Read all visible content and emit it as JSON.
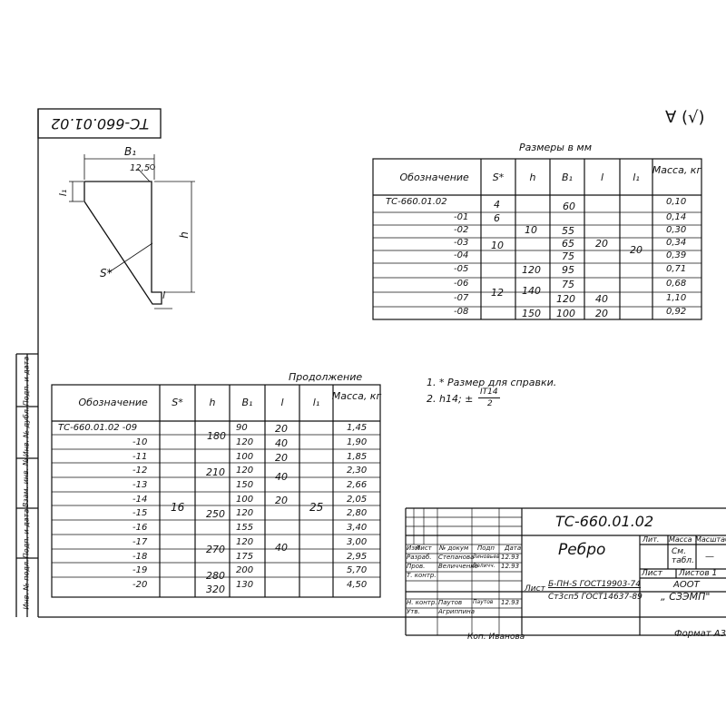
{
  "doc_code": "TC-660.01.02",
  "doc_code_rotated": "TC-660.01.02",
  "roughness_mark": "∀ (√)",
  "sketch": {
    "b1_label": "B₁",
    "radius_label": "12,5",
    "l1_label": "l₁",
    "h_label": "h",
    "s_label": "S*",
    "l_label": "l"
  },
  "table1": {
    "caption": "Размеры в мм",
    "headers": [
      "Обозначение",
      "S*",
      "h",
      "B₁",
      "l",
      "l₁",
      "Масса, кг"
    ],
    "rows": [
      {
        "code": "TC-660.01.02",
        "s": "4",
        "h": "",
        "b1": "60",
        "l": "",
        "l1": "",
        "mass": "0,10"
      },
      {
        "code": "-01",
        "s": "6",
        "h": "",
        "b1": "",
        "l": "",
        "l1": "",
        "mass": "0,14"
      },
      {
        "code": "-02",
        "s": "",
        "h": "10",
        "b1": "55",
        "l": "",
        "l1": "",
        "mass": "0,30"
      },
      {
        "code": "-03",
        "s": "10",
        "h": "",
        "b1": "65",
        "l": "20",
        "l1": "20",
        "mass": "0,34"
      },
      {
        "code": "-04",
        "s": "",
        "h": "",
        "b1": "75",
        "l": "",
        "l1": "",
        "mass": "0,39"
      },
      {
        "code": "-05",
        "s": "",
        "h": "120",
        "b1": "95",
        "l": "",
        "l1": "",
        "mass": "0,71"
      },
      {
        "code": "-06",
        "s": "12",
        "h": "140",
        "b1": "75",
        "l": "",
        "l1": "",
        "mass": "0,68"
      },
      {
        "code": "-07",
        "s": "",
        "h": "",
        "b1": "120",
        "l": "40",
        "l1": "",
        "mass": "1,10"
      },
      {
        "code": "-08",
        "s": "",
        "h": "150",
        "b1": "100",
        "l": "20",
        "l1": "",
        "mass": "0,92"
      }
    ]
  },
  "table2": {
    "caption": "Продолжение",
    "headers": [
      "Обозначение",
      "S*",
      "h",
      "B₁",
      "l",
      "l₁",
      "Масса, кг"
    ],
    "rows": [
      {
        "code": "TC-660.01.02 -09",
        "h": "180",
        "b1": "90",
        "l": "20",
        "mass": "1,45"
      },
      {
        "code": "-10",
        "h": "",
        "b1": "120",
        "l": "40",
        "mass": "1,90"
      },
      {
        "code": "-11",
        "h": "",
        "b1": "100",
        "l": "20",
        "mass": "1,85"
      },
      {
        "code": "-12",
        "h": "210",
        "b1": "120",
        "l": "40",
        "mass": "2,30"
      },
      {
        "code": "-13",
        "h": "",
        "b1": "150",
        "l": "",
        "mass": "2,66"
      },
      {
        "code": "-14",
        "h": "",
        "b1": "100",
        "l": "20",
        "mass": "2,05"
      },
      {
        "code": "-15",
        "h": "250",
        "b1": "120",
        "l": "",
        "mass": "2,80"
      },
      {
        "code": "-16",
        "h": "",
        "b1": "155",
        "l": "",
        "mass": "3,40"
      },
      {
        "code": "-17",
        "h": "270",
        "b1": "120",
        "l": "40",
        "mass": "3,00"
      },
      {
        "code": "-18",
        "h": "",
        "b1": "175",
        "l": "",
        "mass": "2,95"
      },
      {
        "code": "-19",
        "h": "280",
        "b1": "200",
        "l": "",
        "mass": "5,70"
      },
      {
        "code": "-20",
        "h": "320",
        "b1": "130",
        "l": "",
        "mass": "4,50"
      }
    ],
    "merged_s": "16",
    "merged_l1": "25"
  },
  "notes": {
    "note1": "1. * Размер для справки.",
    "note2_prefix": "2. h14; ±",
    "note2_num": "IT14",
    "note2_den": "2"
  },
  "left_strip": [
    "Инв. № подл.",
    "Подп. и дата",
    "Взам. инв. №",
    "Инв. № дубл.",
    "Подп. и дата"
  ],
  "title_block": {
    "code": "TC-660.01.02",
    "name": "Ребро",
    "col_headers": [
      "Изм",
      "Лист",
      "№ докум",
      "Подп",
      "Дата"
    ],
    "roles": [
      {
        "role": "Разраб.",
        "name": "Степанова",
        "sign": "Зиновьев",
        "date": "12.93"
      },
      {
        "role": "Пров.",
        "name": "Величченко",
        "sign": "Величч.",
        "date": "12.93"
      },
      {
        "role": "Т. контр.",
        "name": "",
        "sign": "",
        "date": ""
      },
      {
        "role": "Н. контр.",
        "name": "Паутов",
        "sign": "Паутов",
        "date": "12.93"
      },
      {
        "role": "Утв.",
        "name": "Агриппина",
        "sign": "",
        "date": ""
      }
    ],
    "lit_label": "Лит.",
    "mass_label": "Масса",
    "scale_label": "Масштаб",
    "mass_value": "См. табл.",
    "scale_value": "—",
    "sheet_label": "Лист",
    "sheets_label": "Листов 1",
    "material_prefix": "Лист",
    "material_line1": "Б-ПН-S ГОСТ19903-74",
    "material_line2": "Ст3сп5 ГОСТ14637-89",
    "org_line1": "АООТ",
    "org_line2": "„ СЗЭМП\""
  },
  "copied_by": "Коп. Иванова",
  "format": "Формат А3"
}
